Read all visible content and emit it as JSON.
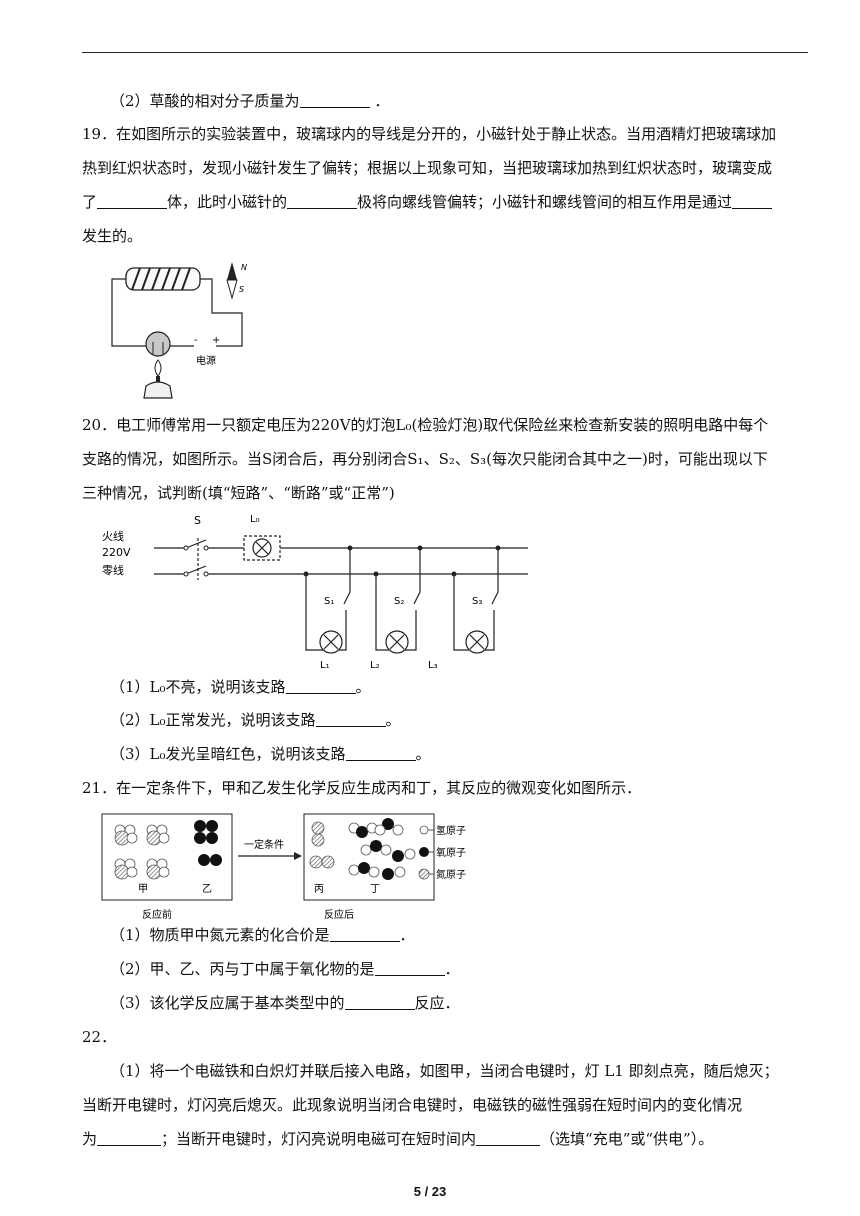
{
  "q18": {
    "p2_pre": "（2）草酸的相对分子质量为",
    "p2_post": "．"
  },
  "q19": {
    "l1": "19．在如图所示的实验装置中，玻璃球内的导线是分开的，小磁针处于静止状态。当用酒精灯把玻璃球加",
    "l2": "热到红炽状态时，发现小磁针发生了偏转；根据以上现象可知，当把玻璃球加热到红炽状态时，玻璃变成",
    "l3_a": "了",
    "l3_b": "体，此时小磁针的",
    "l3_c": "极将向螺线管偏转；小磁针和螺线管间的相互作用是通过",
    "l4": "发生的。",
    "fig": {
      "north": "N",
      "south": "S",
      "minus": "-",
      "plus": "+",
      "source": "电源"
    }
  },
  "q20": {
    "l1": "20．电工师傅常用一只额定电压为220V的灯泡L₀(检验灯泡)取代保险丝来检查新安装的照明电路中每个",
    "l2": "支路的情况，如图所示。当S闭合后，再分别闭合S₁、S₂、S₃(每次只能闭合其中之一)时，可能出现以下",
    "l3": "三种情况，试判断(填“短路”、“断路”或“正常”)",
    "fig": {
      "live": "火线",
      "voltage": "220V",
      "neutral": "零线",
      "switch": "S",
      "test_lamp": "L₀",
      "s1": "S₁",
      "s2": "S₂",
      "s3": "S₃",
      "l1": "L₁",
      "l2": "L₂",
      "l3": "L₃"
    },
    "p1_pre": "（1）L₀不亮，说明该支路",
    "p1_post": "。",
    "p2_pre": "（2）L₀正常发光，说明该支路",
    "p2_post": "。",
    "p3_pre": "（3）L₀发光呈暗红色，说明该支路",
    "p3_post": "。"
  },
  "q21": {
    "l1": "21．在一定条件下，甲和乙发生化学反应生成丙和丁，其反应的微观变化如图所示．",
    "fig": {
      "jia": "甲",
      "yi": "乙",
      "bing": "丙",
      "ding": "丁",
      "condition": "一定条件",
      "before": "反应前",
      "after": "反应后",
      "legend_h": "氢原子",
      "legend_o": "氧原子",
      "legend_n": "氮原子"
    },
    "p1_pre": "（1）物质甲中氮元素的化合价是",
    "p1_post": "．",
    "p2_pre": "（2）甲、乙、丙与丁中属于氧化物的是",
    "p2_post": "．",
    "p3_pre": "（3）该化学反应属于基本类型中的",
    "p3_post": "反应．"
  },
  "q22": {
    "num": "22．",
    "l1": "（1）将一个电磁铁和白炽灯并联后接入电路，如图甲，当闭合电键时，灯 L1 即刻点亮，随后熄灭；",
    "l2": "当断开电键时，灯闪亮后熄灭。此现象说明当闭合电键时，电磁铁的磁性强弱在短时间内的变化情况",
    "l3_a": "为",
    "l3_b": "；当断开电键时，灯闪亮说明电磁可在短时间内",
    "l3_c": "（选填“充电”或“供电”）。"
  },
  "footer": {
    "page": "5 / 23"
  }
}
